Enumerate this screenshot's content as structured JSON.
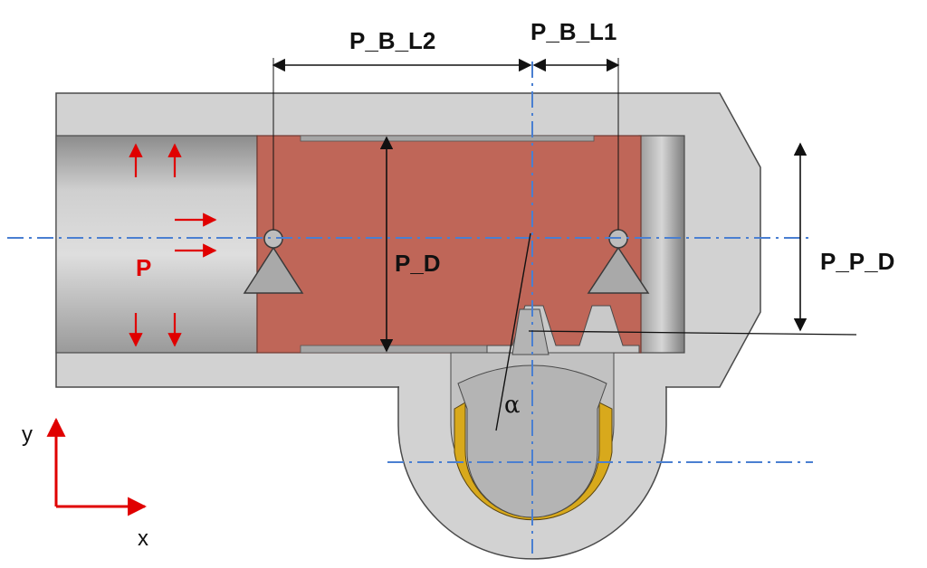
{
  "labels": {
    "dim_b_l2": "P_B_L2",
    "dim_b_l1": "P_B_L1",
    "dim_d": "P_D",
    "dim_p_d": "P_P_D",
    "pressure": "P",
    "angle": "α",
    "axis_y": "y",
    "axis_x": "x"
  },
  "colors": {
    "housing": "#d2d2d2",
    "housing_edge": "#4a4a4a",
    "bore_shadow": "#a6a6a6",
    "spool": "#bf6658",
    "spool_edge": "#6e3a32",
    "support": "#a9a9a9",
    "pivot_body": "#b4b4b4",
    "seal": "#d8a91c",
    "centerline": "#4a7fd1",
    "pressure_arrows": "#e00000",
    "dimension_lines": "#111111"
  }
}
